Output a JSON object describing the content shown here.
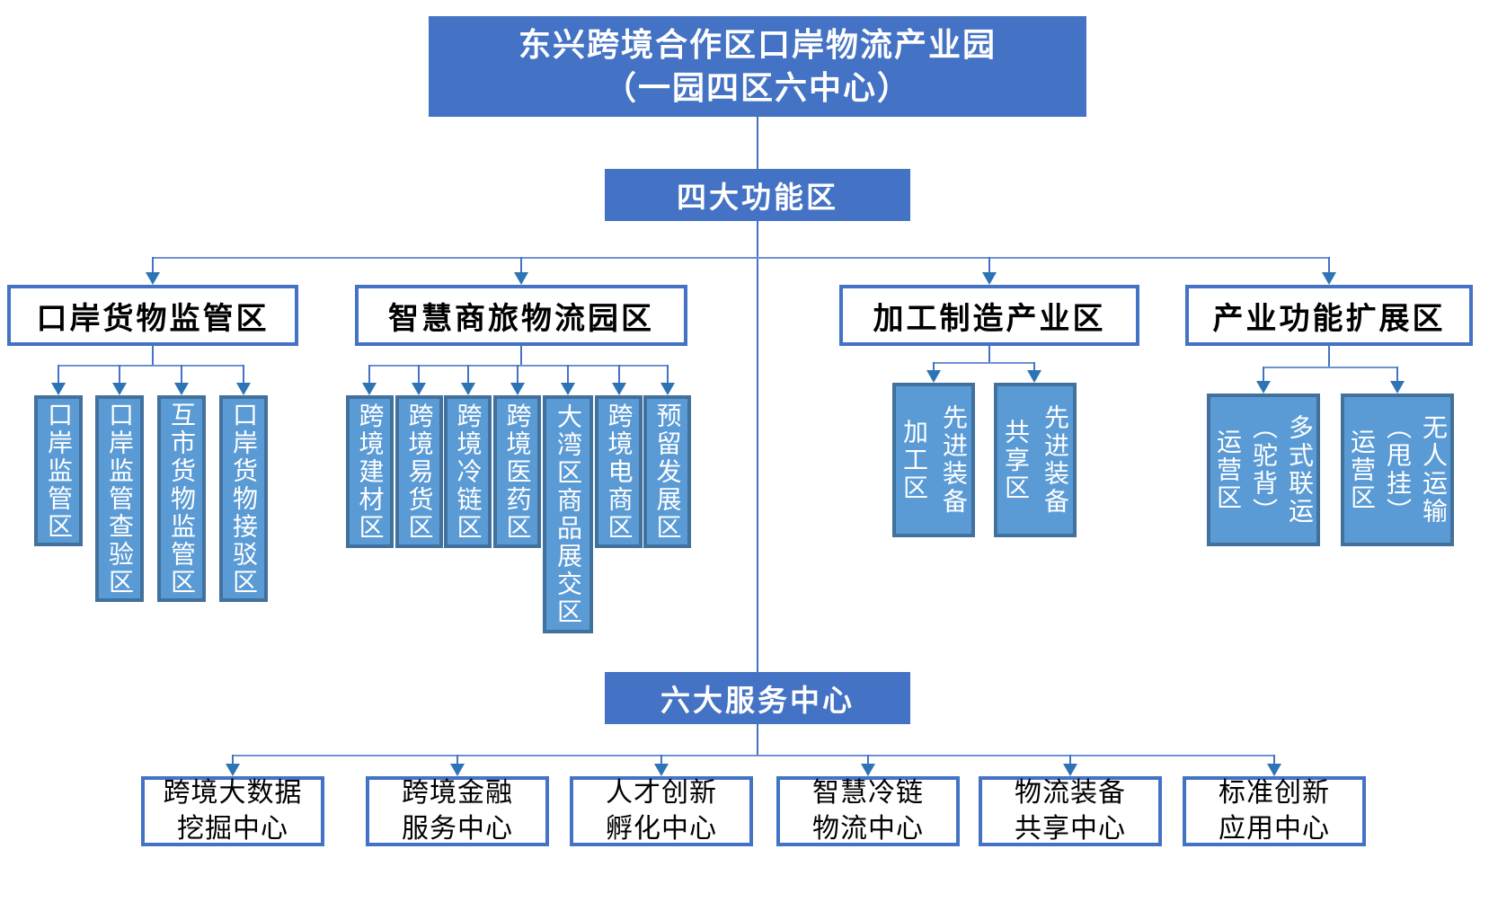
{
  "palette": {
    "header_fill": "#4472C4",
    "sub_fill": "#5B9BD5",
    "sub_border": "#41719C",
    "white_box_border": "#4472C4",
    "line": "#4472C4",
    "arrow": "#2E74B5",
    "text_dark": "#000000",
    "text_light": "#FFFFFF"
  },
  "title": {
    "label": "东兴跨境合作区口岸物流产业园\n（一园四区六中心）"
  },
  "level2": {
    "label": "四大功能区"
  },
  "branches": [
    {
      "label": "口岸货物监管区",
      "children": [
        "口岸监管区",
        "口岸监管查验区",
        "互市货物监管区",
        "口岸货物接驳区"
      ]
    },
    {
      "label": "智慧商旅物流园区",
      "children": [
        "跨境建材区",
        "跨境易货区",
        "跨境冷链区",
        "跨境医药区",
        "大湾区商品展交区",
        "跨境电商区",
        "预留发展区"
      ]
    },
    {
      "label": "加工制造产业区",
      "children": [
        "先进装备\n加工区",
        "先进装备\n共享区"
      ]
    },
    {
      "label": "产业功能扩展区",
      "children": [
        "多式联运\n（驼背）\n运营区",
        "无人运输\n（甩挂）\n运营区"
      ]
    }
  ],
  "level3": {
    "label": "六大服务中心"
  },
  "centers": [
    "跨境大数据\n挖掘中心",
    "跨境金融\n服务中心",
    "人才创新\n孵化中心",
    "智慧冷链\n物流中心",
    "物流装备\n共享中心",
    "标准创新\n应用中心"
  ]
}
